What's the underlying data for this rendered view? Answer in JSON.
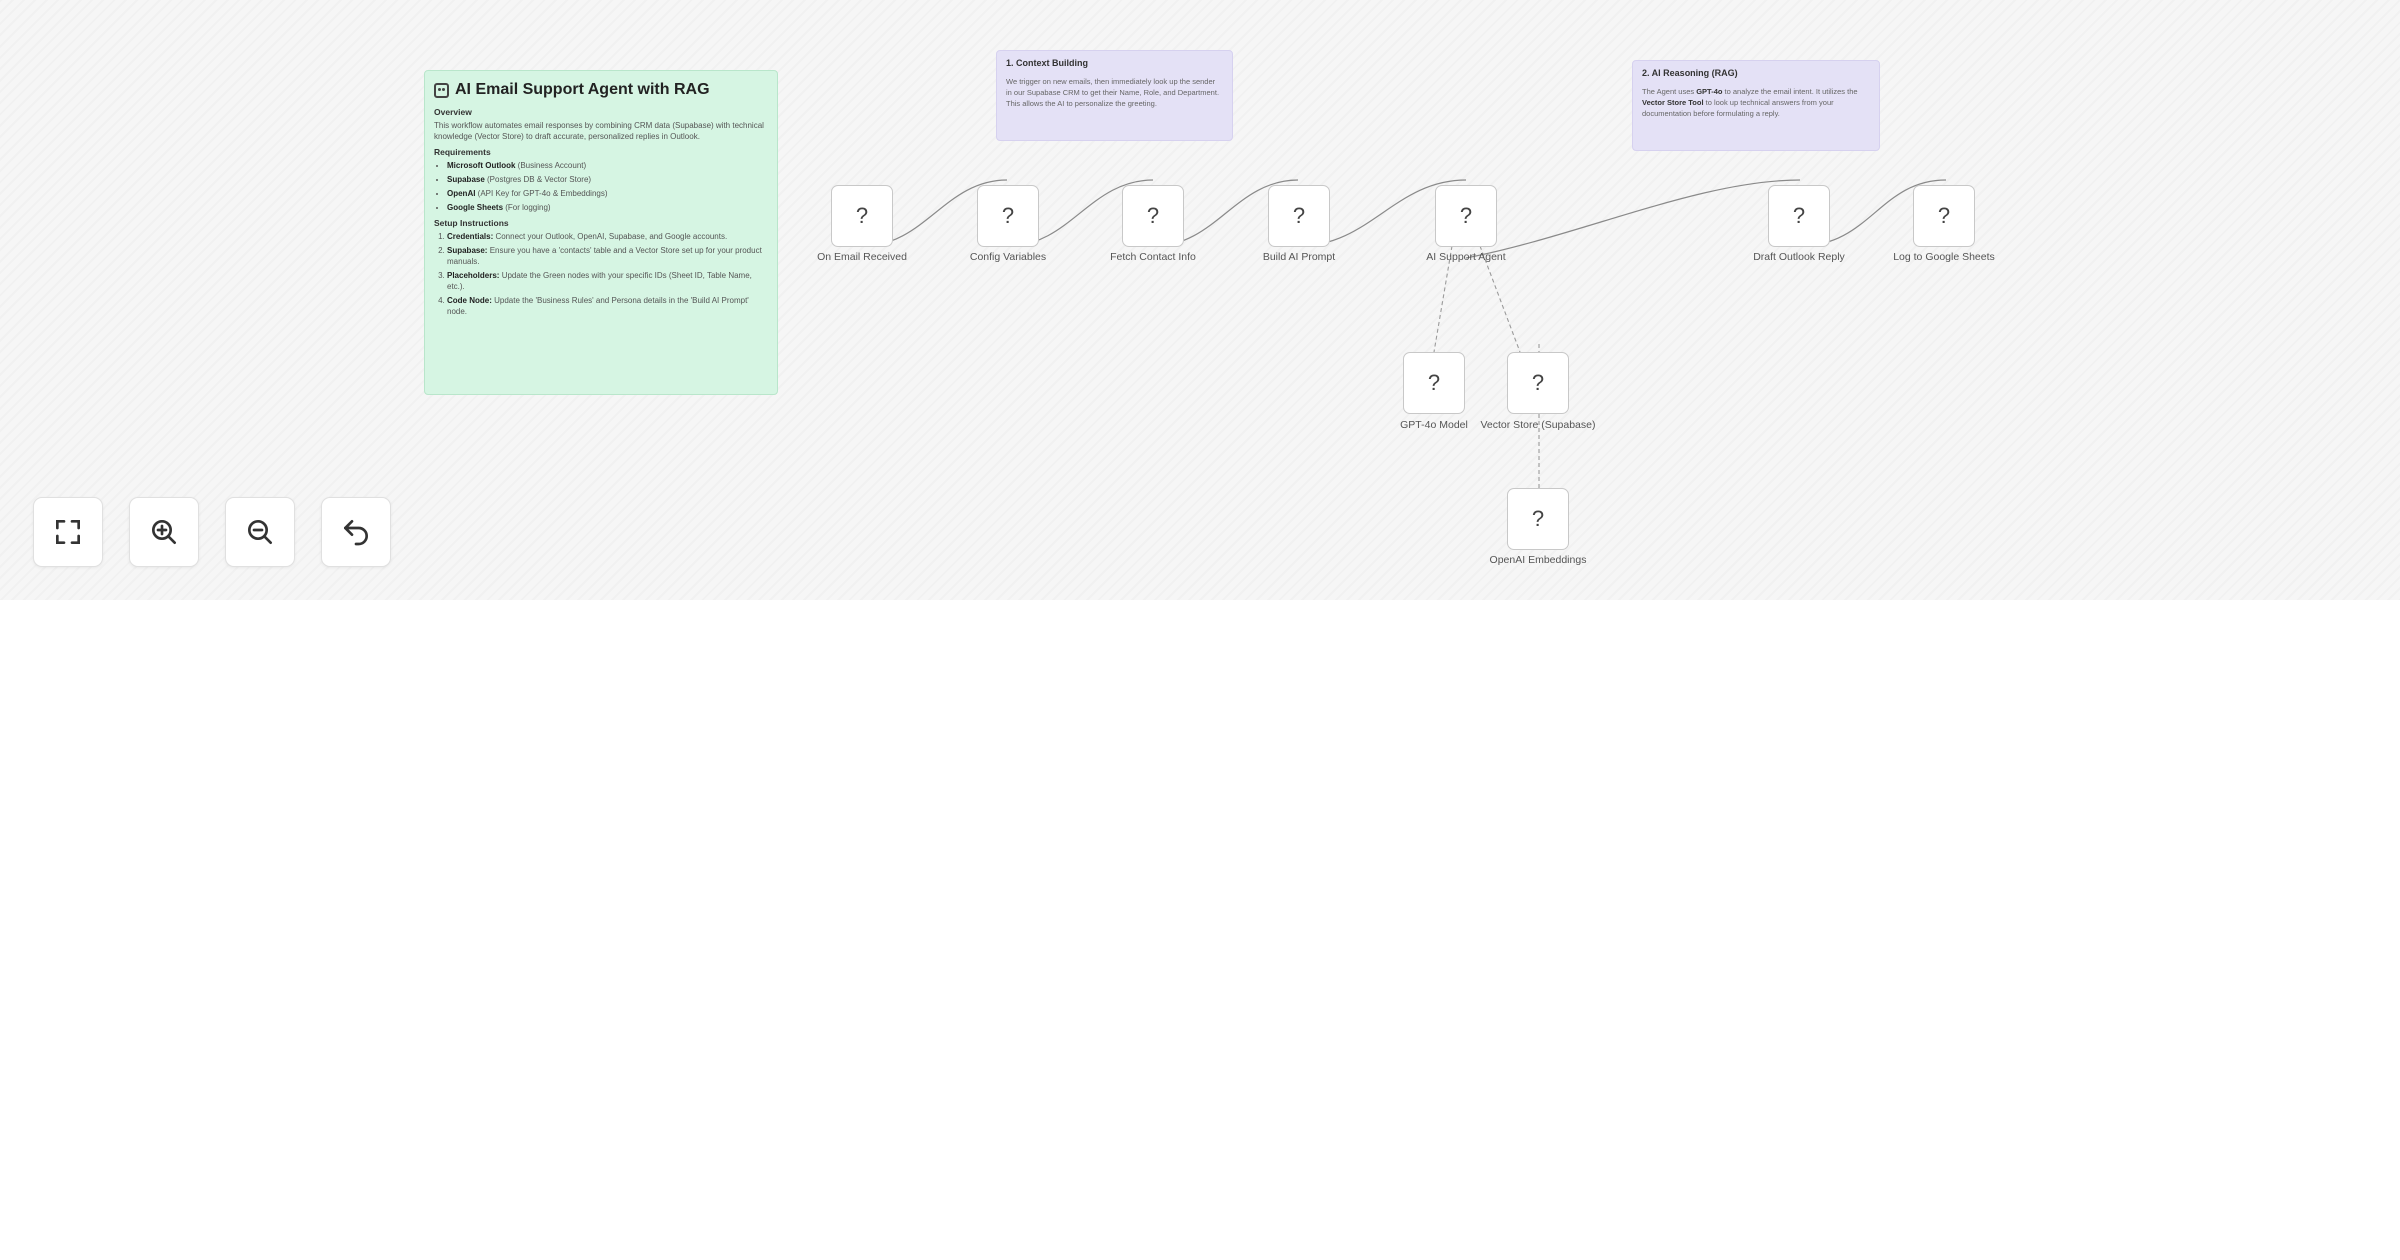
{
  "main_note": {
    "title": "AI Email Support Agent with RAG",
    "overview_heading": "Overview",
    "overview_text": "This workflow automates email responses by combining CRM data (Supabase) with technical knowledge (Vector Store) to draft accurate, personalized replies in Outlook.",
    "requirements_heading": "Requirements",
    "requirements": [
      {
        "name": "Microsoft Outlook",
        "detail": " (Business Account)"
      },
      {
        "name": "Supabase",
        "detail": " (Postgres DB & Vector Store)"
      },
      {
        "name": "OpenAI",
        "detail": " (API Key for GPT-4o & Embeddings)"
      },
      {
        "name": "Google Sheets",
        "detail": " (For logging)"
      }
    ],
    "setup_heading": "Setup Instructions",
    "setup_steps": [
      {
        "name": "Credentials:",
        "detail": " Connect your Outlook, OpenAI, Supabase, and Google accounts."
      },
      {
        "name": "Supabase:",
        "detail": " Ensure you have a 'contacts' table and a Vector Store set up for your product manuals."
      },
      {
        "name": "Placeholders:",
        "detail": " Update the Green nodes with your specific IDs (Sheet ID, Table Name, etc.)."
      },
      {
        "name": "Code Node:",
        "detail": " Update the 'Business Rules' and Persona details in the 'Build AI Prompt' node."
      }
    ]
  },
  "note_context": {
    "title": "1. Context Building",
    "text": "We trigger on new emails, then immediately look up the sender in our Supabase CRM to get their Name, Role, and Department. This allows the AI to personalize the greeting."
  },
  "note_reasoning": {
    "title": "2. AI Reasoning (RAG)",
    "text_pre": "The Agent uses ",
    "text_bold1": "GPT-4o",
    "text_mid": " to analyze the email intent. It utilizes the ",
    "text_bold2": "Vector Store Tool",
    "text_post": " to look up technical answers from your documentation before formulating a reply."
  },
  "nodes": [
    {
      "id": "on-email-received",
      "label": "On Email Received",
      "icon": "?"
    },
    {
      "id": "config-variables",
      "label": "Config Variables",
      "icon": "?"
    },
    {
      "id": "fetch-contact-info",
      "label": "Fetch Contact Info",
      "icon": "?"
    },
    {
      "id": "build-ai-prompt",
      "label": "Build AI Prompt",
      "icon": "?"
    },
    {
      "id": "ai-support-agent",
      "label": "AI Support Agent",
      "icon": "?"
    },
    {
      "id": "draft-outlook-reply",
      "label": "Draft Outlook Reply",
      "icon": "?"
    },
    {
      "id": "log-to-google-sheets",
      "label": "Log to Google Sheets",
      "icon": "?"
    },
    {
      "id": "gpt-4o-model",
      "label": "GPT-4o Model",
      "icon": "?"
    },
    {
      "id": "vector-store-supabase",
      "label": "Vector Store (Supabase)",
      "icon": "?"
    },
    {
      "id": "openai-embeddings",
      "label": "OpenAI Embeddings",
      "icon": "?"
    }
  ],
  "controls": [
    {
      "id": "fit-view",
      "icon": "fullscreen-icon"
    },
    {
      "id": "zoom-in",
      "icon": "zoom-in-icon"
    },
    {
      "id": "zoom-out",
      "icon": "zoom-out-icon"
    },
    {
      "id": "undo",
      "icon": "undo-icon"
    }
  ],
  "colors": {
    "main_note_bg": "#d6f5e3",
    "purple_note_bg": "#e4e1f6",
    "edge": "#8a8a8a"
  }
}
